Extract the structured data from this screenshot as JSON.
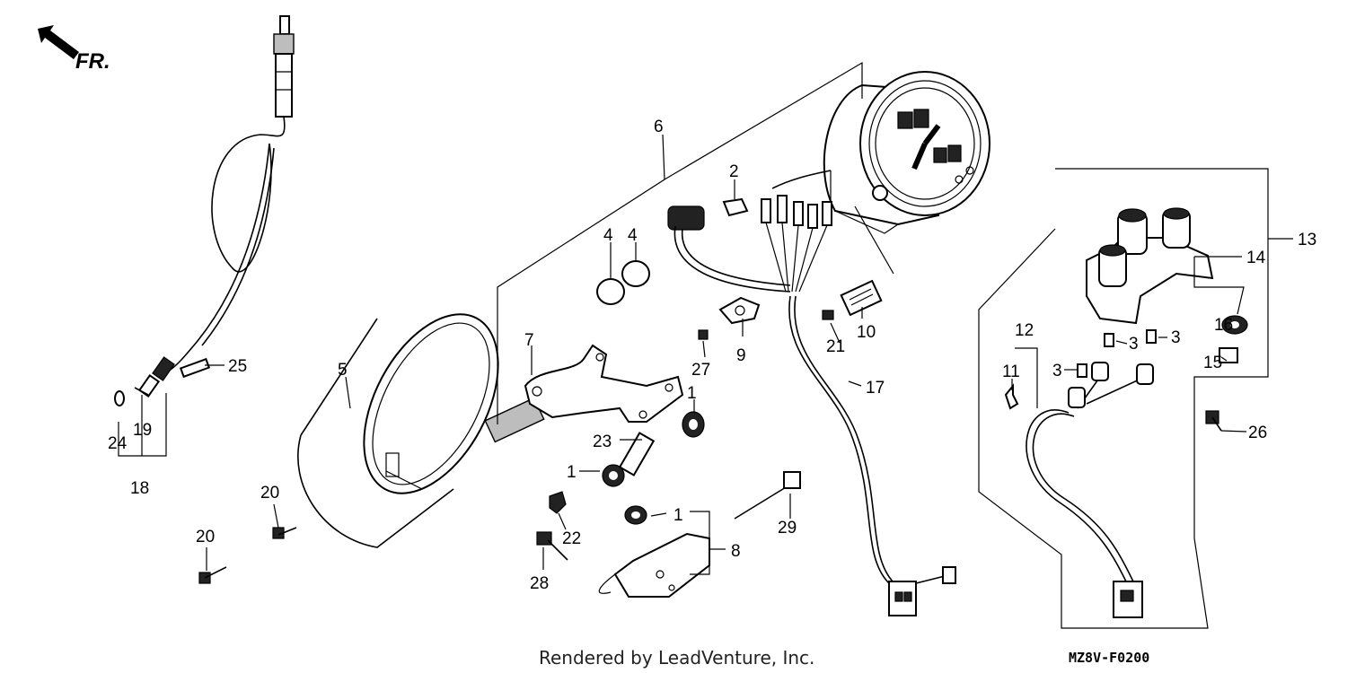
{
  "direction_label": "FR.",
  "footer": "Rendered by LeadVenture, Inc.",
  "diagram_code": "MZ8V-F0200",
  "callouts": {
    "c1a": "1",
    "c1b": "1",
    "c1c": "1",
    "c2": "2",
    "c3a": "3",
    "c3b": "3",
    "c3c": "3",
    "c4a": "4",
    "c4b": "4",
    "c5": "5",
    "c6": "6",
    "c7": "7",
    "c8": "8",
    "c9": "9",
    "c10": "10",
    "c11": "11",
    "c12": "12",
    "c13": "13",
    "c14": "14",
    "c15": "15",
    "c16": "16",
    "c17": "17",
    "c18": "18",
    "c19": "19",
    "c20a": "20",
    "c20b": "20",
    "c21": "21",
    "c22": "22",
    "c23": "23",
    "c24": "24",
    "c25": "25",
    "c26": "26",
    "c27": "27",
    "c28": "28",
    "c29": "29"
  }
}
